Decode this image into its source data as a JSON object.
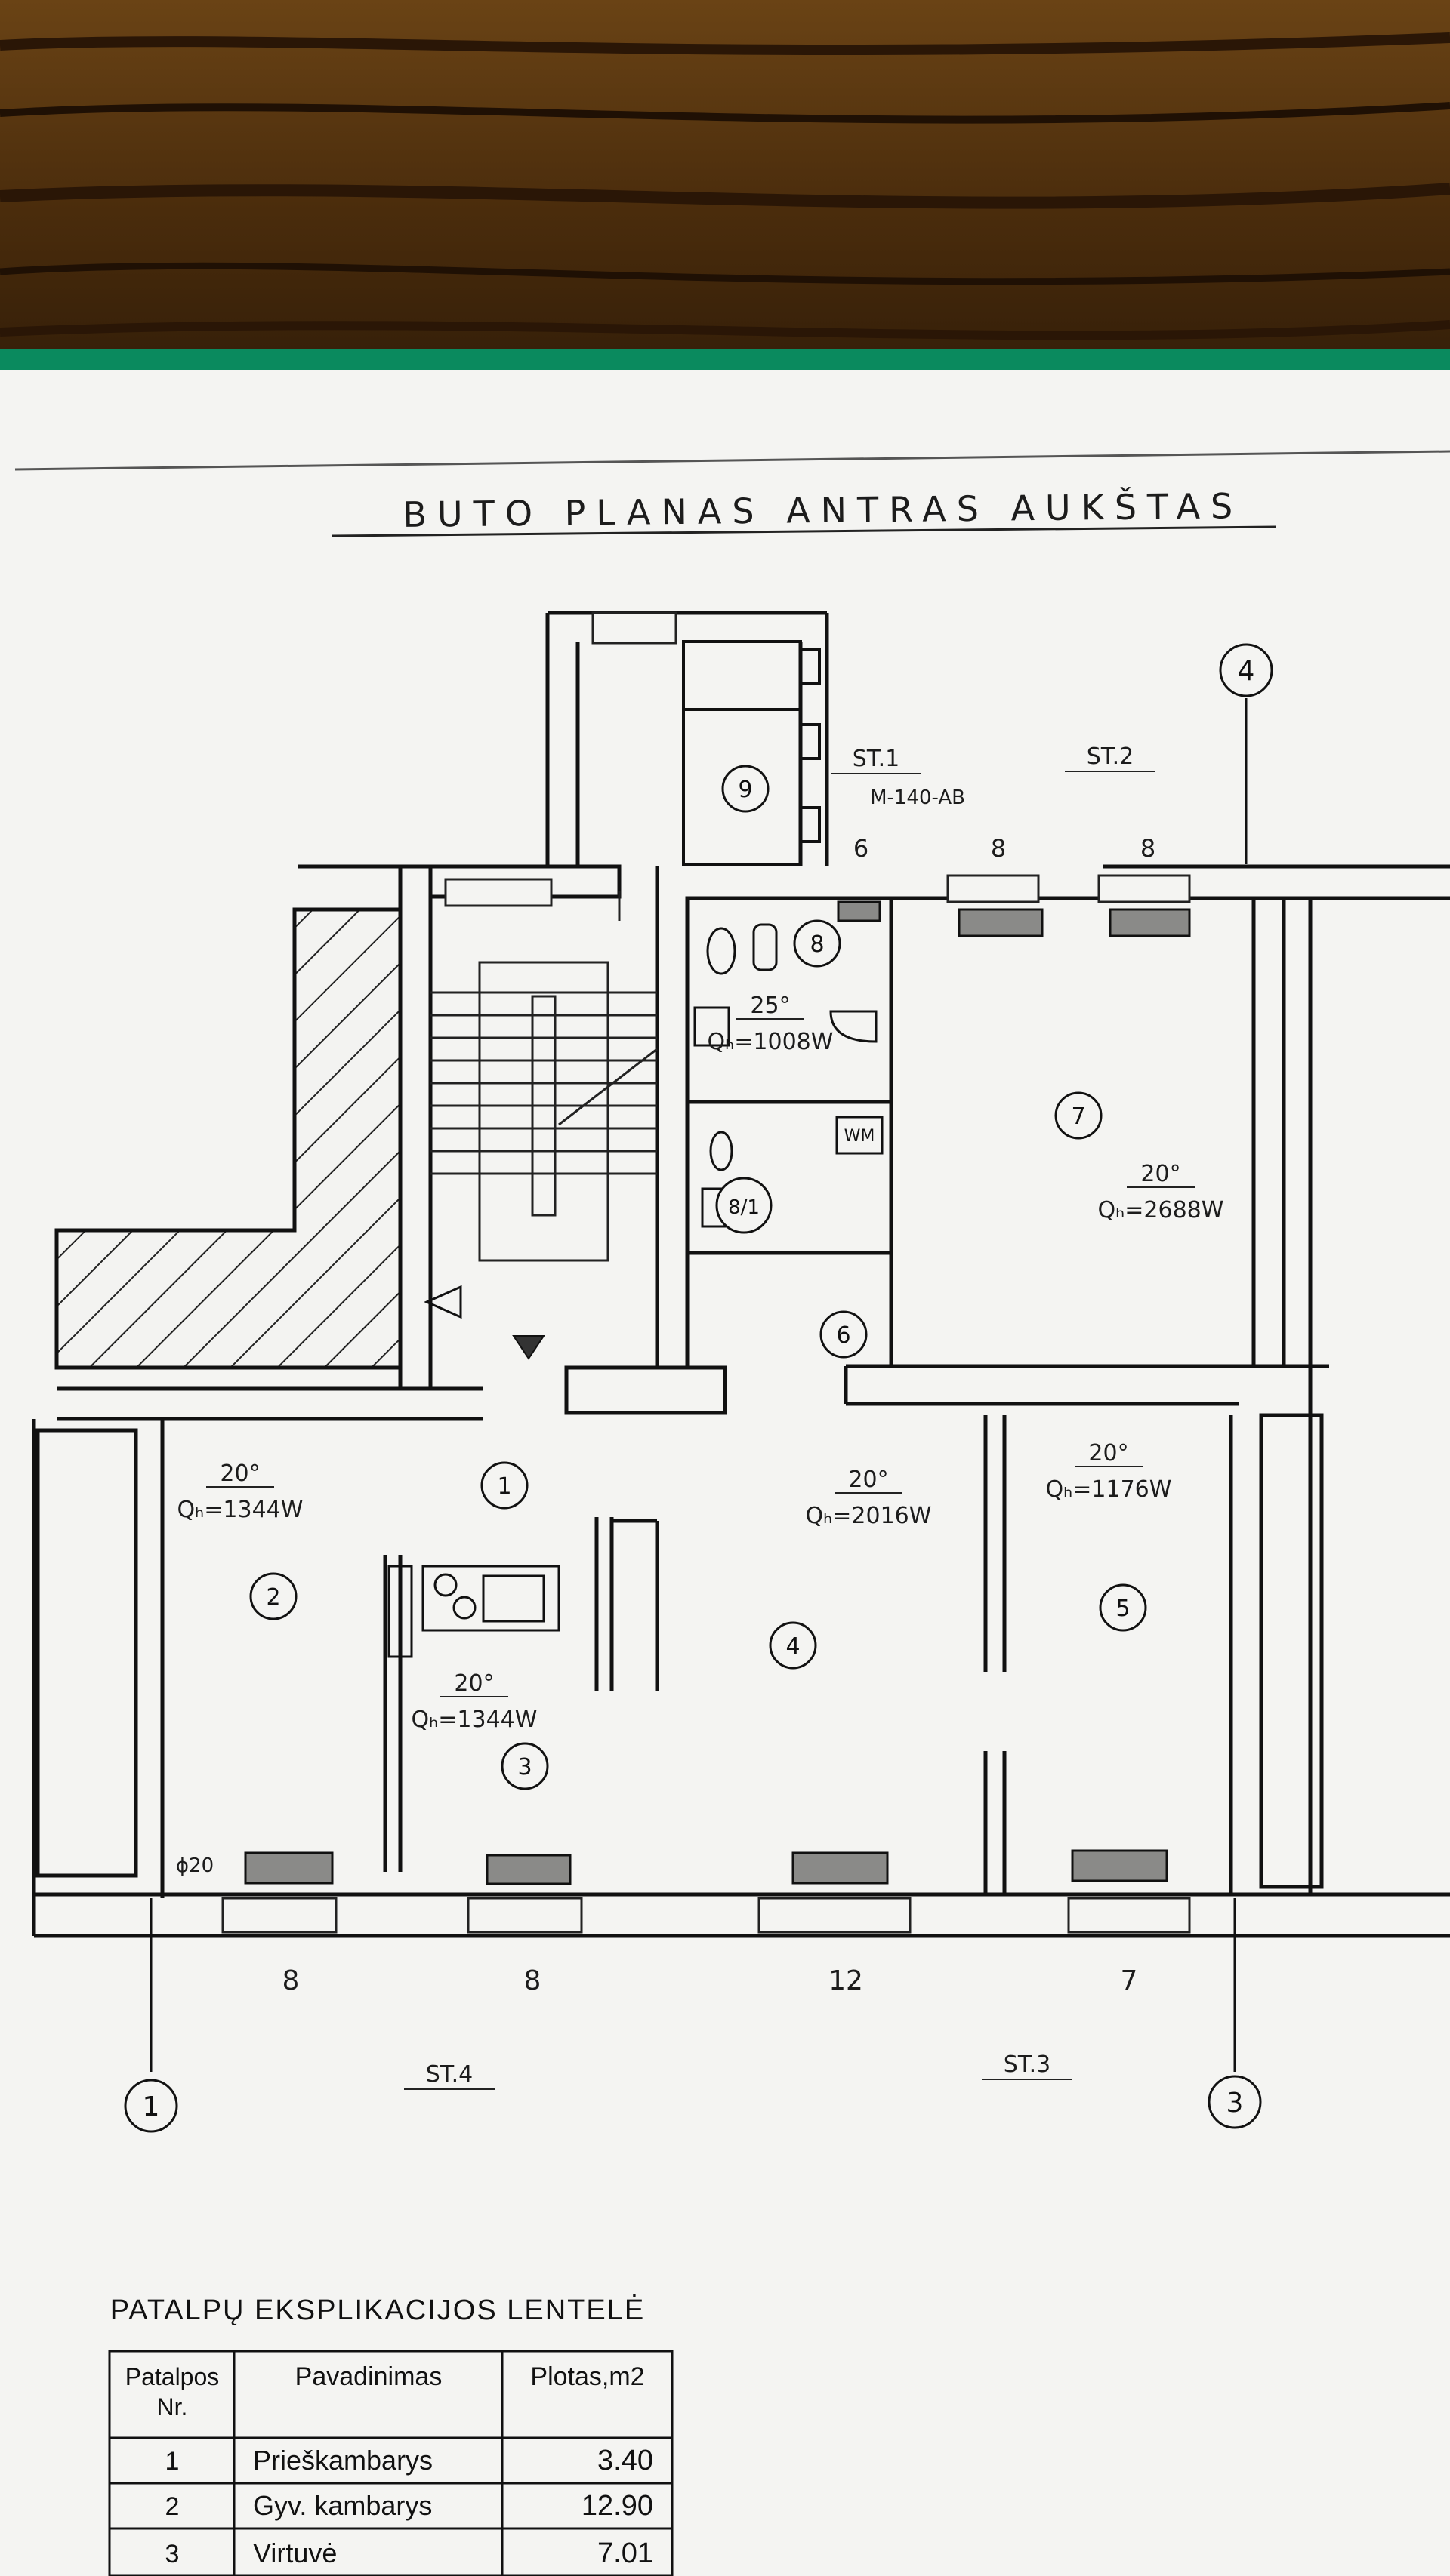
{
  "title": "BUTO PLANAS ANTRAS AUKŠTAS",
  "axes": [
    "1",
    "3",
    "4"
  ],
  "risers": [
    {
      "label": "ST.1"
    },
    {
      "label": "ST.2"
    },
    {
      "label": "ST.3"
    },
    {
      "label": "ST.4"
    }
  ],
  "riser_note": "M-140-AB",
  "rooms": [
    "1",
    "2",
    "3",
    "4",
    "5",
    "6",
    "7",
    "8",
    "8/1",
    "9"
  ],
  "room_specs": [
    {
      "id": "2",
      "temp": "20°",
      "heat": "Qₕ=1344W"
    },
    {
      "id": "3",
      "temp": "20°",
      "heat": "Qₕ=1344W"
    },
    {
      "id": "4",
      "temp": "20°",
      "heat": "Qₕ=2016W"
    },
    {
      "id": "5",
      "temp": "20°",
      "heat": "Qₕ=1176W"
    },
    {
      "id": "7",
      "temp": "20°",
      "heat": "Qₕ=2688W"
    },
    {
      "id": "8",
      "temp": "25°",
      "heat": "Qₕ=1008W"
    }
  ],
  "radiator_sections_bottom": [
    "8",
    "8",
    "12",
    "7"
  ],
  "radiator_sections_top": [
    "6",
    "8",
    "8"
  ],
  "wm_label": "WM",
  "pipe_note": "ϕ20",
  "table": {
    "caption": "PATALPŲ EKSPLIKACIJOS LENTELĖ",
    "headers": [
      "Patalpos Nr.",
      "Pavadinimas",
      "Plotas,m2"
    ],
    "rows": [
      [
        "1",
        "Prieškambarys",
        "3.40"
      ],
      [
        "2",
        "Gyv. kambarys",
        "12.90"
      ],
      [
        "3",
        "Virtuvė",
        "7.01"
      ]
    ]
  }
}
